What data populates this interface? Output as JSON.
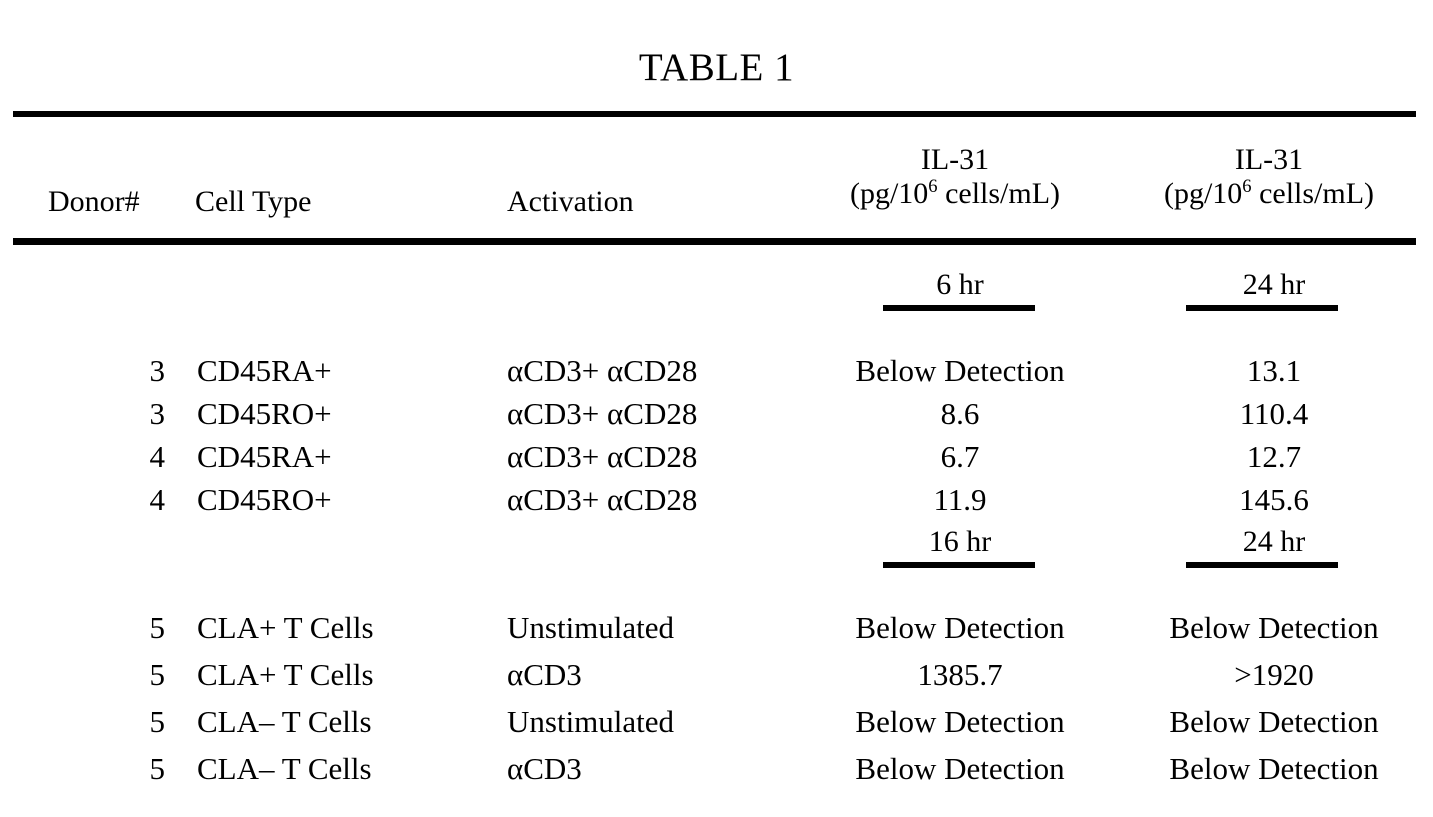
{
  "document": {
    "title": "TABLE 1"
  },
  "table": {
    "columns": [
      {
        "key": "donor",
        "label": "Donor#"
      },
      {
        "key": "cell_type",
        "label": "Cell Type"
      },
      {
        "key": "activation",
        "label": "Activation"
      },
      {
        "key": "il31_a",
        "label_line1": "IL-31",
        "label_line2_pre": "(pg/10",
        "label_line2_sup": "6",
        "label_line2_post": " cells/mL)"
      },
      {
        "key": "il31_b",
        "label_line1": "IL-31",
        "label_line2_pre": "(pg/10",
        "label_line2_sup": "6",
        "label_line2_post": " cells/mL)"
      }
    ],
    "blocks": [
      {
        "timepoints": {
          "col4": "6 hr",
          "col5": "24 hr"
        },
        "rows": [
          {
            "donor": "3",
            "cell_type": "CD45RA+",
            "activation": "αCD3+ αCD28",
            "il31_a": "Below Detection",
            "il31_b": "13.1"
          },
          {
            "donor": "3",
            "cell_type": "CD45RO+",
            "activation": "αCD3+ αCD28",
            "il31_a": "8.6",
            "il31_b": "110.4"
          },
          {
            "donor": "4",
            "cell_type": "CD45RA+",
            "activation": "αCD3+ αCD28",
            "il31_a": "6.7",
            "il31_b": "12.7"
          },
          {
            "donor": "4",
            "cell_type": "CD45RO+",
            "activation": "αCD3+ αCD28",
            "il31_a": "11.9",
            "il31_b": "145.6"
          }
        ]
      },
      {
        "timepoints": {
          "col4": "16 hr",
          "col5": "24 hr"
        },
        "rows": [
          {
            "donor": "5",
            "cell_type": "CLA+ T Cells",
            "activation": "Unstimulated",
            "il31_a": "Below Detection",
            "il31_b": "Below Detection"
          },
          {
            "donor": "5",
            "cell_type": "CLA+ T Cells",
            "activation": "αCD3",
            "il31_a": "1385.7",
            "il31_b": ">1920"
          },
          {
            "donor": "5",
            "cell_type": "CLA– T Cells",
            "activation": "Unstimulated",
            "il31_a": "Below Detection",
            "il31_b": "Below Detection"
          },
          {
            "donor": "5",
            "cell_type": "CLA– T Cells",
            "activation": "αCD3",
            "il31_a": "Below Detection",
            "il31_b": "Below Detection"
          }
        ]
      }
    ]
  },
  "style": {
    "text_color": "#000000",
    "background_color": "#ffffff",
    "rule_color": "#000000"
  }
}
